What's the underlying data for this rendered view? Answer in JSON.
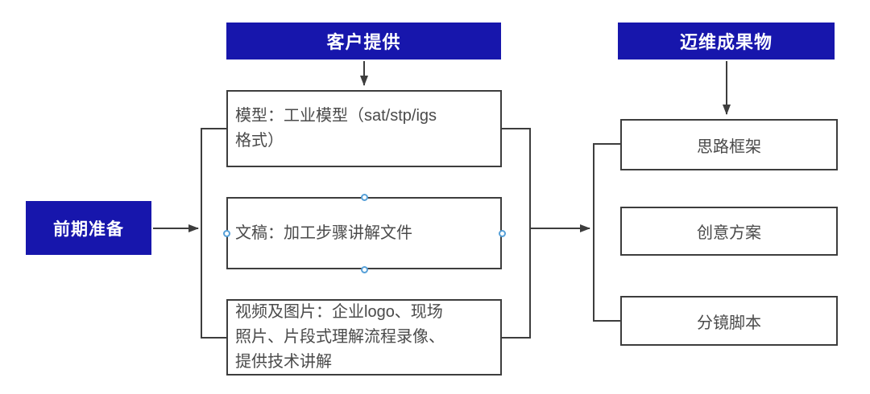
{
  "colors": {
    "accent_blue": "#1716AC",
    "line_gray": "#3D3D3D",
    "box_text_gray": "#4A4A4A",
    "selection_handle_blue": "#56A0D8"
  },
  "flow": {
    "start": {
      "label": "前期准备"
    },
    "client": {
      "header": "客户提供",
      "items": [
        {
          "label": "模型：工业模型（sat/stp/igs格式）"
        },
        {
          "label": "文稿：加工步骤讲解文件"
        },
        {
          "label": "视频及图片：企业logo、现场照片、片段式理解流程录像、提供技术讲解"
        }
      ]
    },
    "deliverables": {
      "header": "迈维成果物",
      "items": [
        {
          "label": "思路框架"
        },
        {
          "label": "创意方案"
        },
        {
          "label": "分镜脚本"
        }
      ]
    }
  }
}
